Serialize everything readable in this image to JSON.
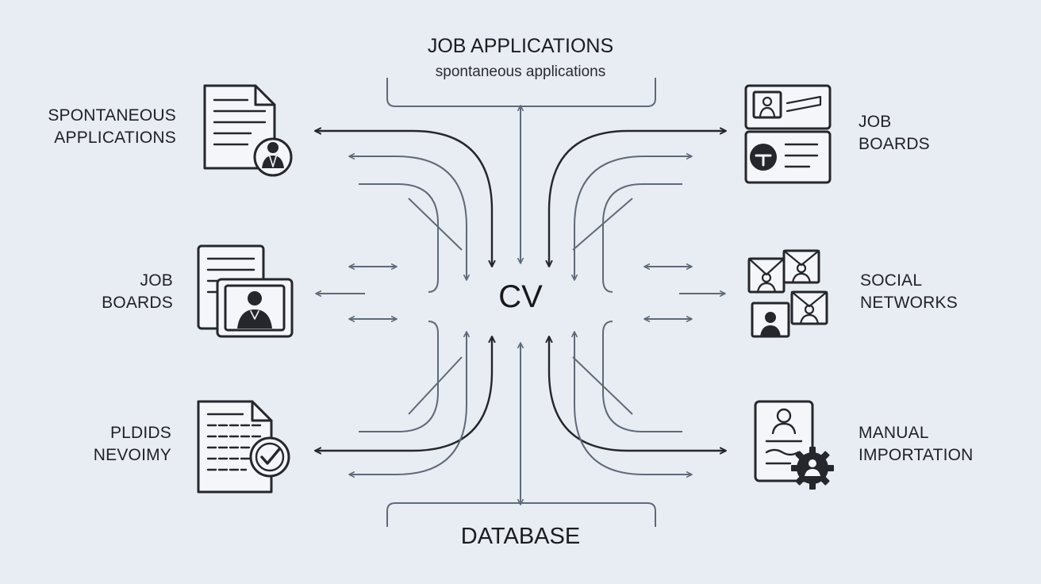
{
  "top": {
    "title": "JOB APPLICATIONS",
    "subtitle": "spontaneous applications"
  },
  "center": {
    "label": "CV"
  },
  "bottom": {
    "title": "DATABASE"
  },
  "left_sources": [
    {
      "line1": "SPONTANEOUS",
      "line2": "APPLICATIONS",
      "icon": "document-person-icon"
    },
    {
      "line1": "JOB",
      "line2": "BOARDS",
      "icon": "document-profile-icon"
    },
    {
      "line1": "PLDIDS",
      "line2": "NEVOIMY",
      "icon": "document-check-icon"
    }
  ],
  "right_sources": [
    {
      "line1": "JOB",
      "line2": "BOARDS",
      "icon": "id-cards-icon"
    },
    {
      "line1": "SOCIAL",
      "line2": "NETWORKS",
      "icon": "profile-photos-icon"
    },
    {
      "line1": "MANUAL",
      "line2": "IMPORTATION",
      "icon": "profile-gear-icon"
    }
  ],
  "colors": {
    "background": "#e8ecf3",
    "dark": "#25272c",
    "muted": "#5f6a78",
    "icon_fill": "#f4f6fa"
  }
}
